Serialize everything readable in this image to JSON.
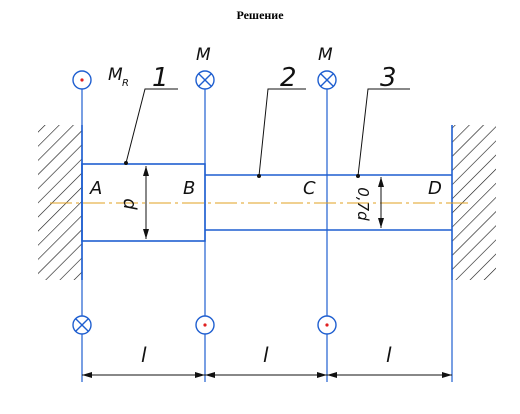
{
  "title": "Решение",
  "moments": {
    "reaction": "M",
    "reaction_sub": "R",
    "applied_b": "M",
    "applied_c": "M"
  },
  "section_numbers": [
    "1",
    "2",
    "3"
  ],
  "points": [
    "A",
    "B",
    "C",
    "D"
  ],
  "diameters": {
    "section1": "d",
    "section3": "0,7d"
  },
  "spans": [
    "l",
    "l",
    "l"
  ],
  "colors": {
    "line": "#1f5fd0",
    "axis": "#e0a020",
    "dot": "#e02020",
    "ink": "#111111"
  }
}
